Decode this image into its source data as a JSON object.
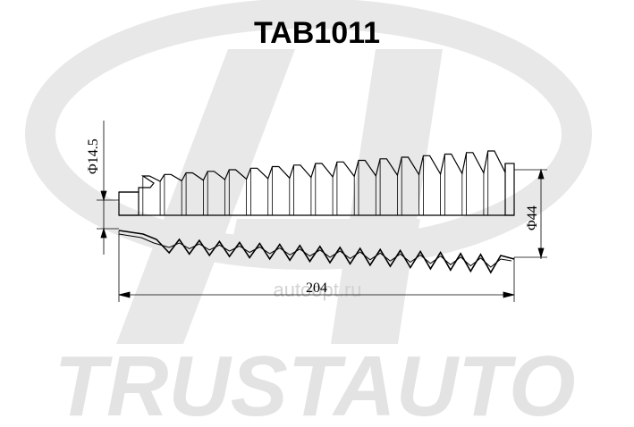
{
  "part_number": "TAB1011",
  "dimensions": {
    "small_diameter": "Φ14.5",
    "large_diameter": "Φ44",
    "length": "204"
  },
  "watermark": {
    "brand": "TRUSTAUTO",
    "url": "autoopt.ru"
  },
  "colors": {
    "drawing": "#000000",
    "watermark": "#e3e3e3",
    "background": "#ffffff"
  }
}
